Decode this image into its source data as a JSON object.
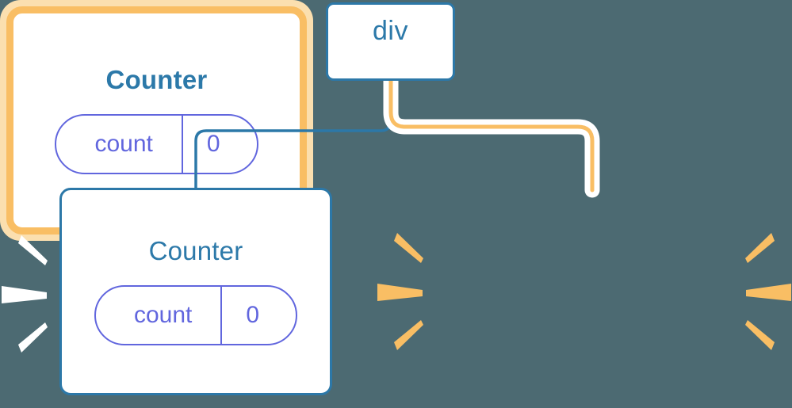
{
  "diagram": {
    "title": "Component tree with highlighted re-render",
    "background_color": "#4C6A72"
  },
  "colors": {
    "background": "#4C6A72",
    "node_border_blue": "#2C78A8",
    "node_title_blue": "#2C79A9",
    "state_purple": "#6166DE",
    "highlight_orange": "#F9BE64",
    "highlight_orange_pale": "#FBDFAF",
    "edge_blue": "#2C78A8",
    "edge_orange": "#F9BE64",
    "edge_casing_white": "#FFFFFF",
    "sparkle_white": "#FFFFFF",
    "sparkle_orange": "#F9BE64",
    "node_fill": "#FFFFFF"
  },
  "nodes": {
    "root": {
      "label": "div",
      "highlighted": false
    },
    "counter_left": {
      "title": "Counter",
      "highlighted": false,
      "state": {
        "key": "count",
        "value": "0"
      }
    },
    "counter_right": {
      "title": "Counter",
      "highlighted": true,
      "state": {
        "key": "count",
        "value": "0"
      }
    }
  },
  "edges": [
    {
      "name": "div-to-counter-left",
      "color": "#2C78A8",
      "highlighted": false
    },
    {
      "name": "div-to-counter-right",
      "color": "#F9BE64",
      "highlighted": true
    }
  ],
  "sparkles": [
    {
      "name": "sparkle-left-node-left",
      "color": "#FFFFFF",
      "rays": 3,
      "side": "left"
    },
    {
      "name": "sparkle-right-node-left",
      "color": "#F9BE64",
      "rays": 3,
      "side": "left"
    },
    {
      "name": "sparkle-right-node-right",
      "color": "#F9BE64",
      "rays": 3,
      "side": "right"
    }
  ]
}
